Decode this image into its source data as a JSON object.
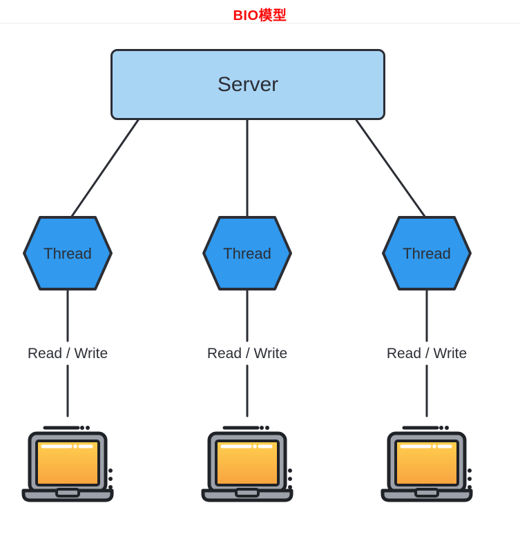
{
  "title": "BIO模型",
  "server": {
    "label": "Server"
  },
  "threads": [
    {
      "label": "Thread"
    },
    {
      "label": "Thread"
    },
    {
      "label": "Thread"
    }
  ],
  "io_labels": [
    {
      "text": "Read / Write"
    },
    {
      "text": "Read / Write"
    },
    {
      "text": "Read / Write"
    }
  ],
  "clients": [
    {
      "icon": "laptop-icon"
    },
    {
      "icon": "laptop-icon"
    },
    {
      "icon": "laptop-icon"
    }
  ],
  "colors": {
    "title": "#fa0a0a",
    "server_fill": "#a9d5f5",
    "hex_fill": "#3199ee",
    "stroke": "#2b2e35",
    "text": "#2b2e35",
    "line": "#2b2e35",
    "laptop_gray": "#9da1a9",
    "laptop_stroke": "#1f2227",
    "screen_top": "#ffd04f",
    "screen_bottom": "#f8a33f",
    "highlight": "#ffffff",
    "divider": "#ededed",
    "background": "#ffffff"
  }
}
